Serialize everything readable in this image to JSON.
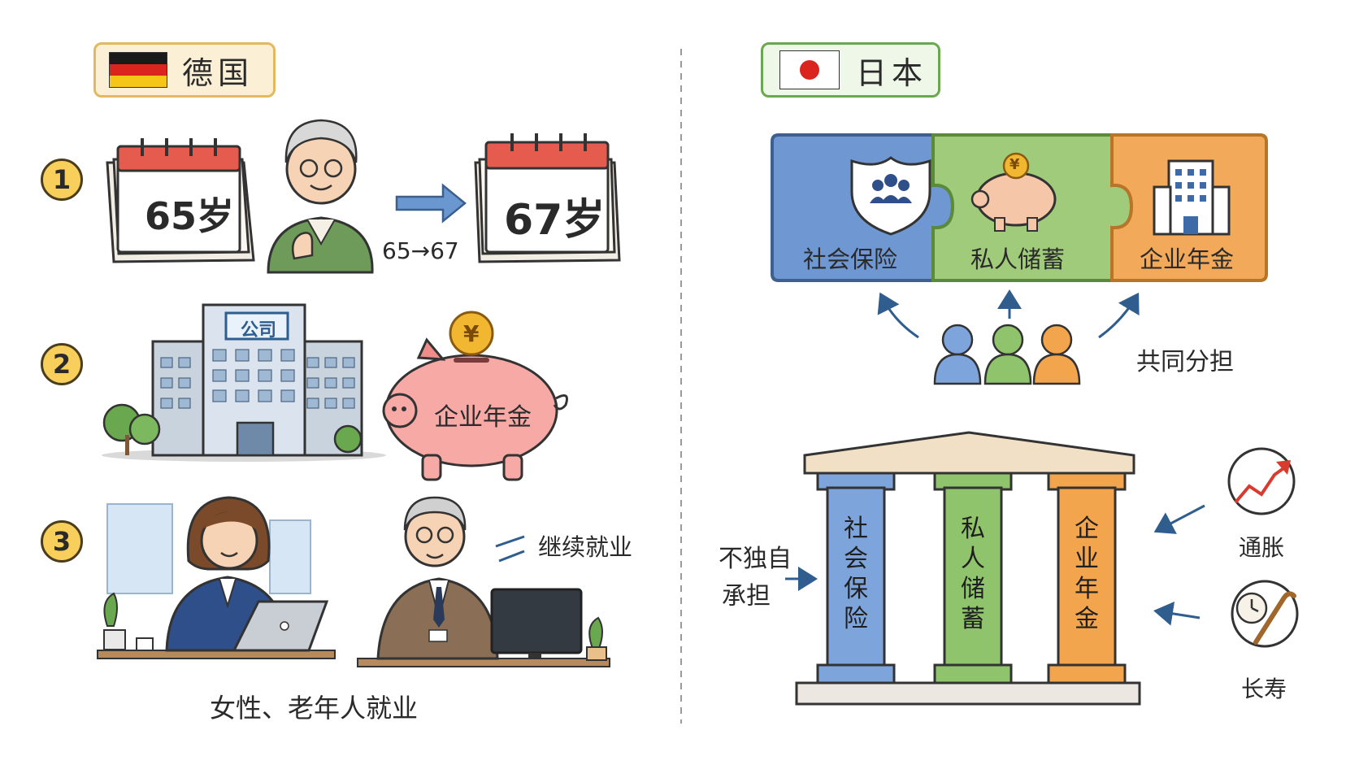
{
  "germany": {
    "title": "德国",
    "flag": [
      "#1a1a1a",
      "#d9251d",
      "#f5c518"
    ],
    "steps": [
      {
        "number": "1"
      },
      {
        "number": "2"
      },
      {
        "number": "3"
      }
    ],
    "calendar_before": "65岁",
    "calendar_after": "67岁",
    "age_change": "65→67",
    "building_sign": "公司",
    "piggy_label": "企业年金",
    "coin_symbol": "¥",
    "continue_work": "继续就业",
    "employment_caption": "女性、老年人就业"
  },
  "japan": {
    "title": "日本",
    "flag": [
      "#ffffff",
      "#d9251d"
    ],
    "puzzle": [
      {
        "label": "社会保险",
        "color": "#6f98d3"
      },
      {
        "label": "私人储蓄",
        "color": "#9fcb7a"
      },
      {
        "label": "企业年金",
        "color": "#f3a95a"
      }
    ],
    "shared_label": "共同分担",
    "pillars": [
      {
        "label": "社会保险",
        "color": "#7ea4dc"
      },
      {
        "label": "私人储蓄",
        "color": "#8fc46c"
      },
      {
        "label": "企业年金",
        "color": "#f2a54d"
      }
    ],
    "not_alone": [
      "不独自",
      "承担"
    ],
    "inflation": "通胀",
    "longevity": "长寿"
  }
}
